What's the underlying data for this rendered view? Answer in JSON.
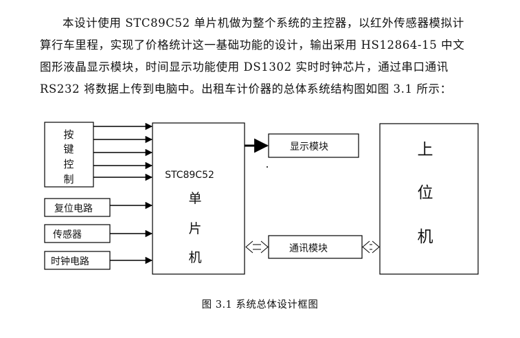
{
  "paragraph": {
    "lines": [
      "本设计使用 STC89C52 单片机做为整个系统的主控器，以红外传感器模拟计",
      "算行车里程，实现了价格统计这一基础功能的设计，输出采用 HS12864-15 中文",
      "图形液晶显示模块，时间显示功能使用 DS1302 实时时钟芯片，通过串口通讯",
      "RS232 将数据上传到电脑中。出租车计价器的总体系统结构图如图 3.1 所示："
    ]
  },
  "diagram": {
    "keypad": [
      "按",
      "键",
      "控",
      "制"
    ],
    "reset": "复位电路",
    "sensor": "传感器",
    "clock": "时钟电路",
    "mcu_model": "STC89C52",
    "mcu_chars": [
      "单",
      "片",
      "机"
    ],
    "display": "显示模块",
    "comm": "通讯模块",
    "host": [
      "上",
      "位",
      "机"
    ]
  },
  "caption": "图 3.1 系统总体设计框图"
}
